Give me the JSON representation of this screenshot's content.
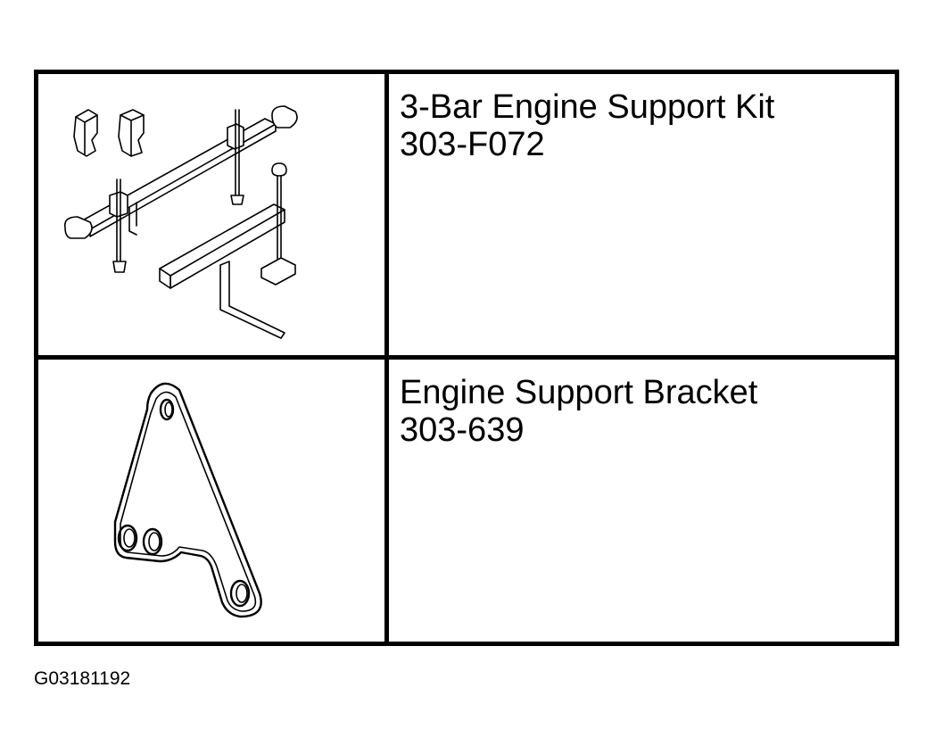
{
  "tools": [
    {
      "name": "3-Bar Engine Support Kit",
      "part_number": "303-F072",
      "illustration": "engine-support-kit-illustration"
    },
    {
      "name": "Engine Support Bracket",
      "part_number": "303-639",
      "illustration": "engine-support-bracket-illustration"
    }
  ],
  "figure_code": "G03181192"
}
